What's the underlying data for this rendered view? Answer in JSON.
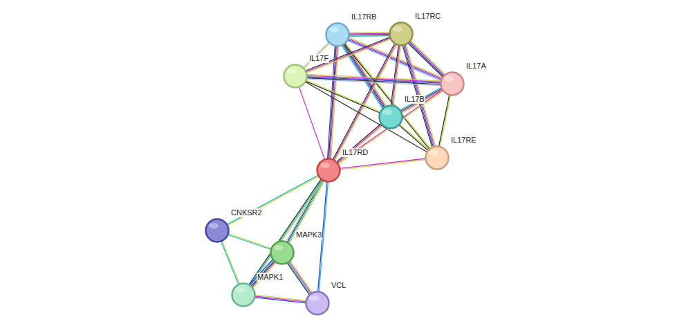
{
  "diagram": {
    "nodes": [
      {
        "text": [
          "IL17RB"
        ]
      },
      {
        "text": [
          "IL17RC"
        ]
      },
      {
        "text": [
          "IL17F"
        ]
      },
      {
        "text": [
          "IL17A"
        ]
      },
      {
        "text": [
          "IL17B"
        ]
      },
      {
        "text": [
          "IL17RE"
        ]
      },
      {
        "text": [
          "IL17RD"
        ]
      },
      {
        "text": [
          "CNKSR2"
        ]
      },
      {
        "text": [
          "MAPK3"
        ]
      },
      {
        "text": [
          "MAPK1"
        ]
      },
      {
        "text": [
          "VCL"
        ]
      }
    ],
    "edges": [
      {
        "from": 0,
        "to": 1,
        "arrow": "none"
      },
      {
        "from": 0,
        "to": 2,
        "arrow": "none"
      },
      {
        "from": 0,
        "to": 3,
        "arrow": "none"
      },
      {
        "from": 0,
        "to": 4,
        "arrow": "none"
      },
      {
        "from": 0,
        "to": 5,
        "arrow": "none"
      },
      {
        "from": 0,
        "to": 6,
        "arrow": "none"
      },
      {
        "from": 1,
        "to": 2,
        "arrow": "none"
      },
      {
        "from": 1,
        "to": 3,
        "arrow": "none"
      },
      {
        "from": 1,
        "to": 4,
        "arrow": "none"
      },
      {
        "from": 1,
        "to": 5,
        "arrow": "none"
      },
      {
        "from": 1,
        "to": 6,
        "arrow": "none"
      },
      {
        "from": 2,
        "to": 3,
        "arrow": "none"
      },
      {
        "from": 2,
        "to": 4,
        "arrow": "none"
      },
      {
        "from": 2,
        "to": 5,
        "arrow": "none"
      },
      {
        "from": 2,
        "to": 6,
        "arrow": "none"
      },
      {
        "from": 3,
        "to": 4,
        "arrow": "none"
      },
      {
        "from": 3,
        "to": 5,
        "arrow": "none"
      },
      {
        "from": 3,
        "to": 6,
        "arrow": "none"
      },
      {
        "from": 4,
        "to": 5,
        "arrow": "none"
      },
      {
        "from": 4,
        "to": 6,
        "arrow": "none"
      },
      {
        "from": 5,
        "to": 6,
        "arrow": "none"
      },
      {
        "from": 6,
        "to": 7,
        "arrow": "none"
      },
      {
        "from": 6,
        "to": 8,
        "arrow": "none"
      },
      {
        "from": 6,
        "to": 9,
        "arrow": "none"
      },
      {
        "from": 6,
        "to": 10,
        "arrow": "none"
      },
      {
        "from": 7,
        "to": 8,
        "arrow": "none"
      },
      {
        "from": 7,
        "to": 9,
        "arrow": "none"
      },
      {
        "from": 8,
        "to": 9,
        "arrow": "none"
      },
      {
        "from": 8,
        "to": 10,
        "arrow": "none"
      },
      {
        "from": 9,
        "to": 10,
        "arrow": "none"
      }
    ]
  }
}
